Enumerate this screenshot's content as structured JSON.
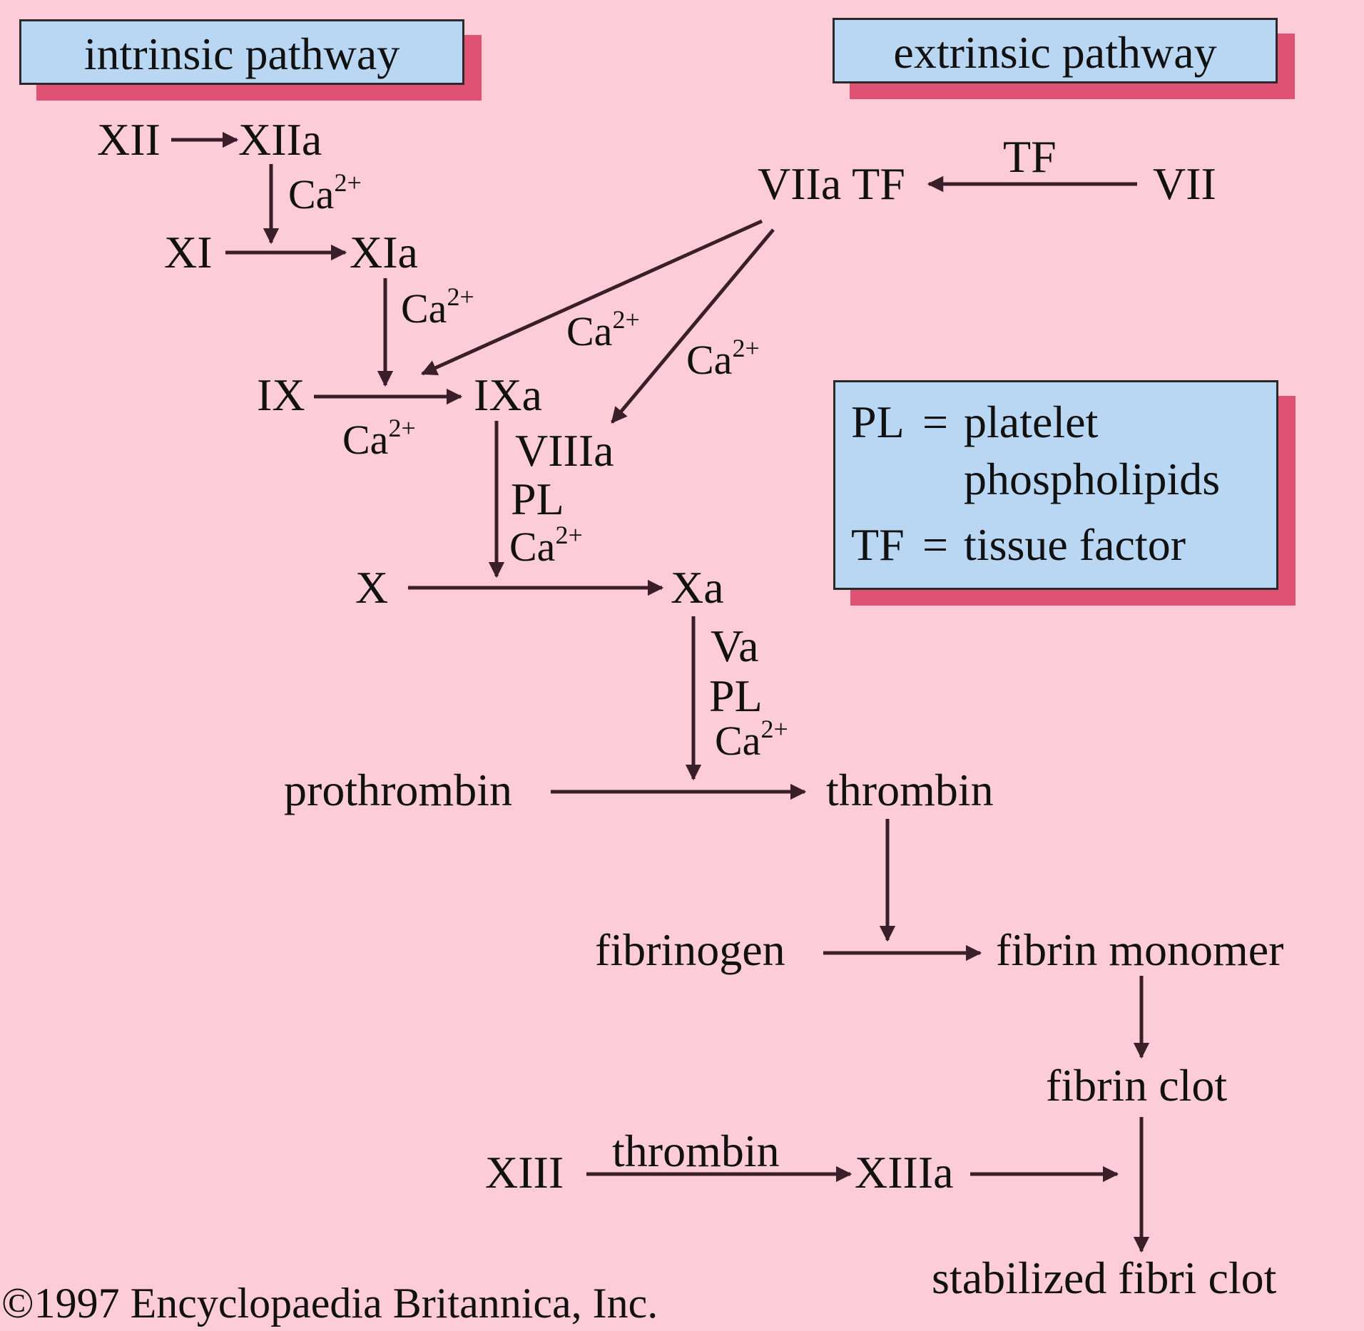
{
  "headers": {
    "intrinsic": "intrinsic pathway",
    "extrinsic": "extrinsic pathway"
  },
  "legend": {
    "pl_abbr": "PL",
    "tf_abbr": "TF",
    "equals": "=",
    "pl_def_line1": "platelet",
    "pl_def_line2": "phospholipids",
    "tf_def": "tissue factor"
  },
  "factors": {
    "xii": "XII",
    "xiia": "XIIa",
    "xi": "XI",
    "xia": "XIa",
    "ix": "IX",
    "ixa": "IXa",
    "viia_tf": "VIIa TF",
    "tf_cofactor": "TF",
    "vii": "VII",
    "viiia": "VIIIa",
    "pl_1": "PL",
    "x": "X",
    "xa": "Xa",
    "va": "Va",
    "pl_2": "PL",
    "prothrombin": "prothrombin",
    "thrombin": "thrombin",
    "fibrinogen": "fibrinogen",
    "fibrin_monomer": "fibrin monomer",
    "fibrin_clot": "fibrin clot",
    "xiii": "XIII",
    "thrombin_cofactor": "thrombin",
    "xiiia": "XIIIa",
    "stabilized_clot": "stabilized fibri clot"
  },
  "calcium": {
    "symbol": "Ca",
    "charge": "2+"
  },
  "copyright": "©1997 Encyclopaedia Britannica, Inc.",
  "colors": {
    "background": "#fcccd8",
    "box_fill": "#b9d6f2",
    "box_shadow": "#e05273",
    "arrow": "#3a1f2a"
  }
}
